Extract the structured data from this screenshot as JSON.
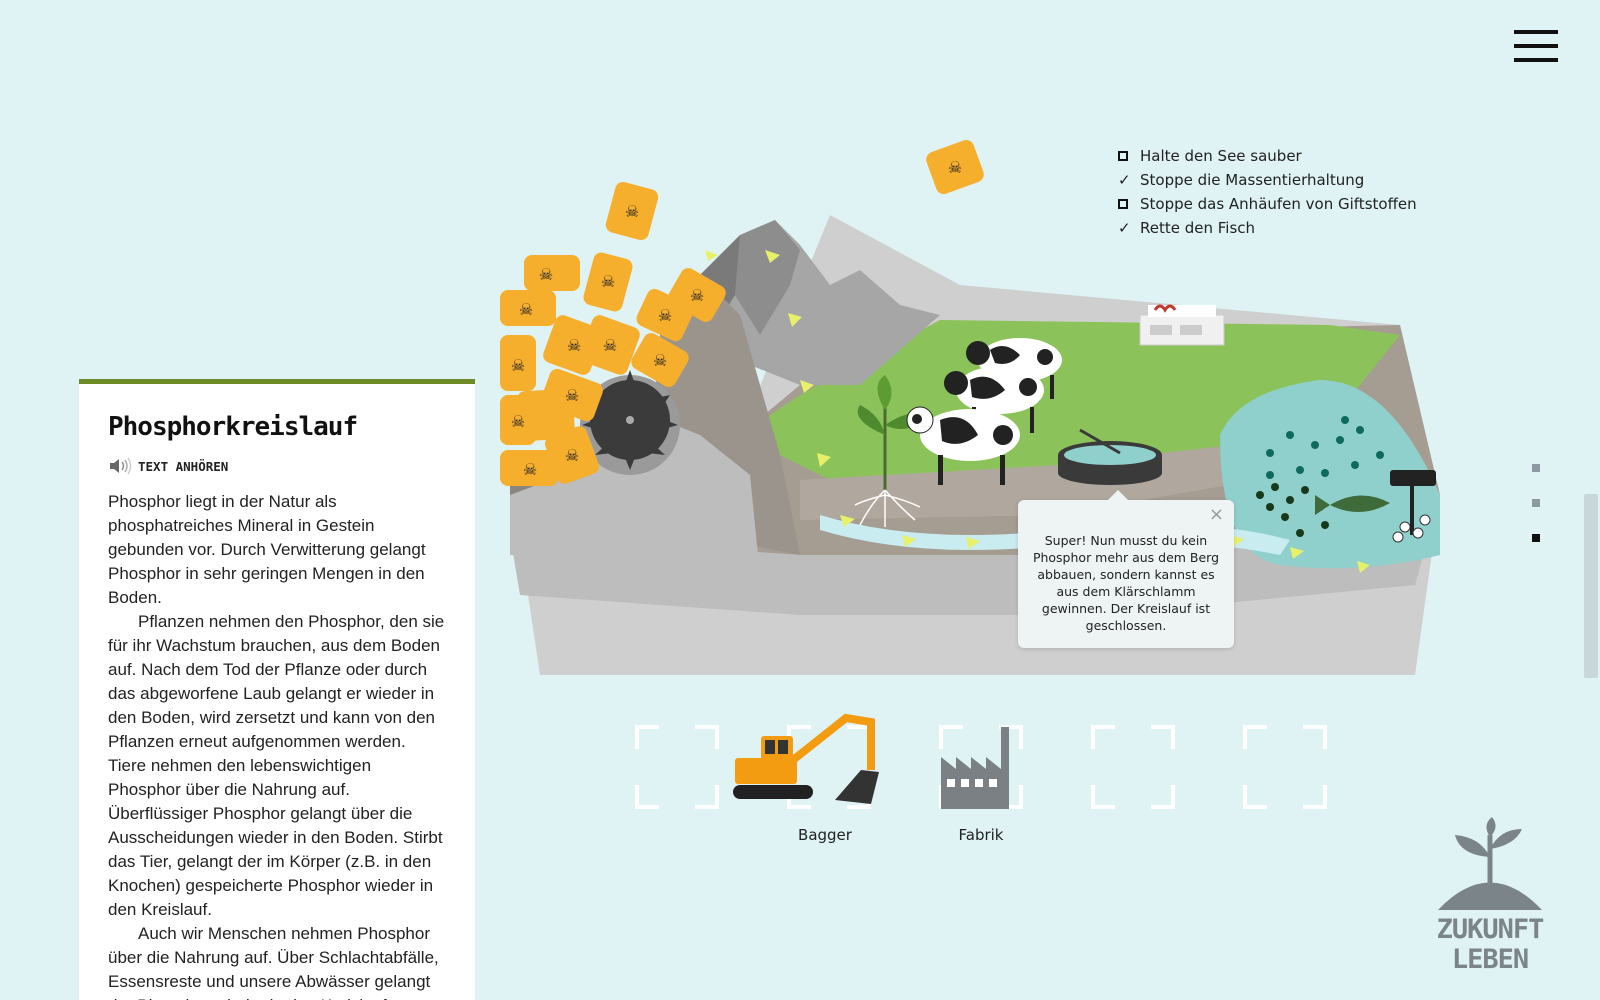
{
  "panel": {
    "title": "Phosphorkreislauf",
    "listen_label": "TEXT ANHÖREN",
    "paragraphs": [
      "Phosphor liegt in der Natur als phosphatreiches Mineral in Gestein gebunden vor. Durch Verwitterung gelangt Phosphor in sehr geringen Mengen in den Boden.",
      "Pflanzen nehmen den Phosphor, den sie für ihr Wachstum brauchen, aus dem Boden auf. Nach dem Tod der Pflanze oder durch das abgeworfene Laub gelangt er wieder in den Boden, wird zersetzt und kann von den Pflanzen erneut aufgenommen werden. Tiere nehmen den lebenswichtigen Phosphor über die Nahrung auf. Überflüssiger Phosphor gelangt über die Ausscheidungen wieder in den Boden. Stirbt das Tier, gelangt der im Körper (z.B. in den Knochen) gespeicherte Phosphor wieder in den Kreislauf.",
      "Auch wir Menschen nehmen Phosphor über die Nahrung auf. Über Schlachtabfälle, Essensreste und unsere Abwässer gelangt der Phosphor wieder in den Kreislauf."
    ]
  },
  "tasks": [
    {
      "label": "Halte den See sauber",
      "done": false
    },
    {
      "label": "Stoppe die Massentierhaltung",
      "done": true
    },
    {
      "label": "Stoppe das Anhäufen von Giftstoffen",
      "done": false
    },
    {
      "label": "Rette den Fisch",
      "done": true
    }
  ],
  "tooltip": {
    "text": "Super! Nun musst du kein Phosphor mehr aus dem Berg abbauen, sondern kannst es aus dem Klärschlamm gewinnen. Der Kreislauf ist geschlossen.",
    "close": "×"
  },
  "tools": {
    "bagger_label": "Bagger",
    "fabrik_label": "Fabrik"
  },
  "logo": {
    "line1": "ZUKUNFT",
    "line2": "LEBEN"
  },
  "colors": {
    "accent_green": "#6d8a25",
    "barrel": "#f6ae2d",
    "background": "#dff3f4"
  }
}
